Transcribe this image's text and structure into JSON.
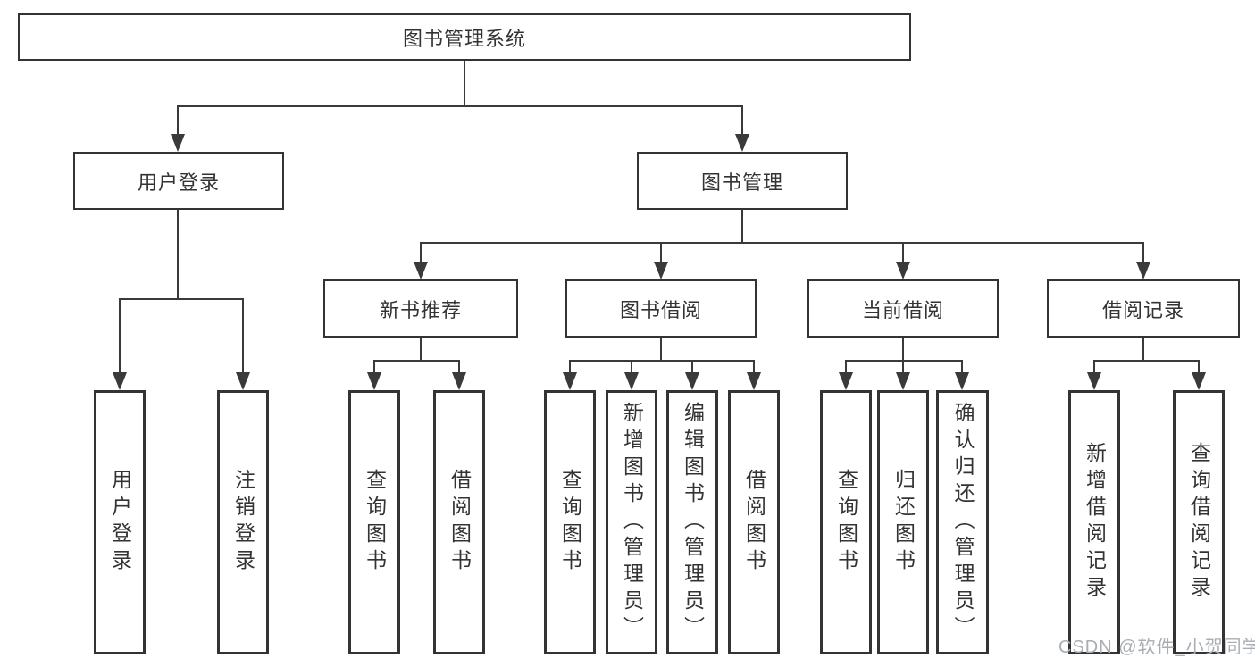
{
  "diagram_type": "functional-structure-tree",
  "tree": {
    "root": {
      "label": "图书管理系统",
      "children": [
        {
          "label": "用户登录",
          "children": [
            {
              "label": "用户登录"
            },
            {
              "label": "注销登录"
            }
          ]
        },
        {
          "label": "图书管理",
          "children": [
            {
              "label": "新书推荐",
              "children": [
                {
                  "label": "查询图书"
                },
                {
                  "label": "借阅图书"
                }
              ]
            },
            {
              "label": "图书借阅",
              "children": [
                {
                  "label": "查询图书"
                },
                {
                  "label": "新增图书（管理员）"
                },
                {
                  "label": "编辑图书（管理员）"
                },
                {
                  "label": "借阅图书"
                }
              ]
            },
            {
              "label": "当前借阅",
              "children": [
                {
                  "label": "查询图书"
                },
                {
                  "label": "归还图书"
                },
                {
                  "label": "确认归还（管理员）"
                }
              ]
            },
            {
              "label": "借阅记录",
              "children": [
                {
                  "label": "新增借阅记录"
                },
                {
                  "label": "查询借阅记录"
                }
              ]
            }
          ]
        }
      ]
    }
  },
  "watermark": {
    "text": "CSDN @软件_小贺同学"
  },
  "colors": {
    "background": "#ffffff",
    "line": "#3a3a3a",
    "box_border": "#333333",
    "text": "#333333",
    "watermark": "#a9aeb4"
  }
}
